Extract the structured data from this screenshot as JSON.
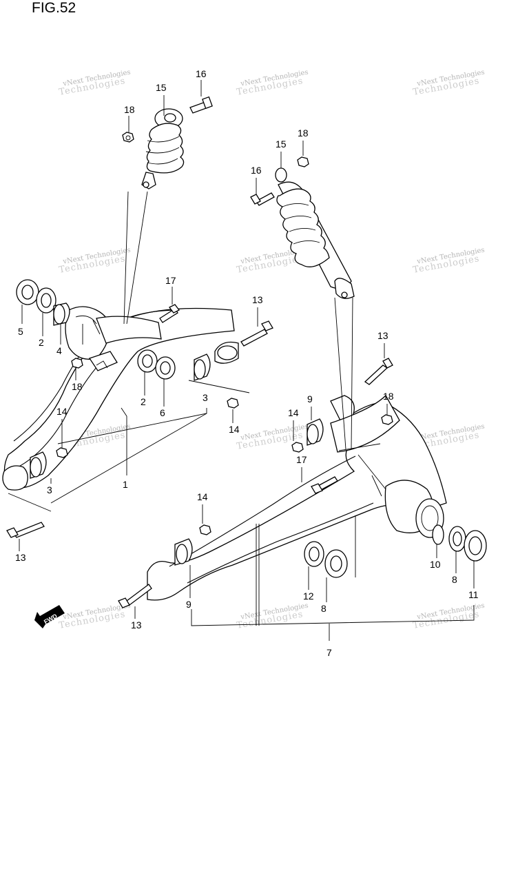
{
  "figure_title": "FIG.52",
  "watermark": {
    "line1": "vNext Technologies",
    "line2": "Technologies"
  },
  "fwd_label": "FWD",
  "callouts": {
    "c16a": "16",
    "c15a": "15",
    "c18a": "18",
    "c17a": "17",
    "c13a": "13",
    "c5": "5",
    "c2a": "2",
    "c4": "4",
    "c18b": "18",
    "c2b": "2",
    "c6": "6",
    "c3a": "3",
    "c14a": "14",
    "c14b": "14",
    "c3b": "3",
    "c1": "1",
    "c13b": "13",
    "c18c": "18",
    "c15b": "15",
    "c16b": "16",
    "c13c": "13",
    "c9a": "9",
    "c14c": "14",
    "c18d": "18",
    "c17b": "17",
    "c14d": "14",
    "c9b": "9",
    "c10": "10",
    "c8a": "8",
    "c11": "11",
    "c12": "12",
    "c8b": "8",
    "c13d": "13",
    "c7": "7"
  }
}
